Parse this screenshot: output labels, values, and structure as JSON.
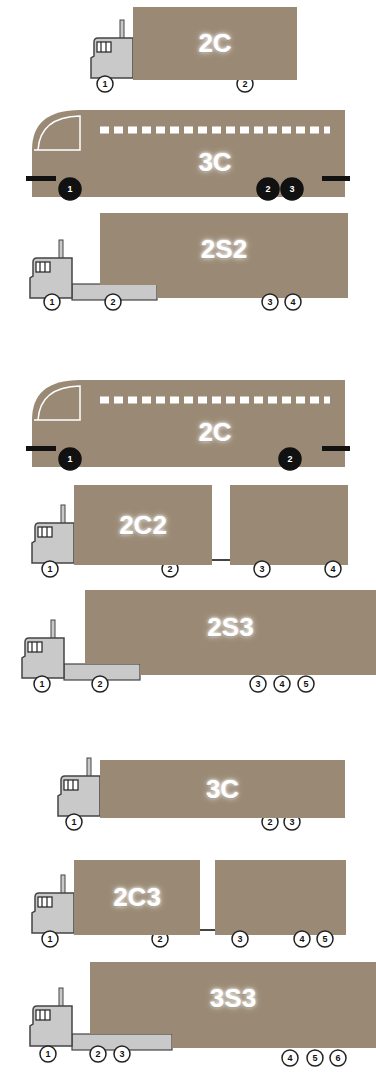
{
  "diagram": {
    "nodes": [
      {
        "text": [
          "2C"
        ]
      },
      {
        "text": [
          "3C"
        ]
      },
      {
        "text": [
          "2S2"
        ]
      },
      {
        "text": [
          "2C"
        ]
      },
      {
        "text": [
          "2C2"
        ]
      },
      {
        "text": [
          "2S3"
        ]
      },
      {
        "text": [
          "3C"
        ]
      },
      {
        "text": [
          "2C3"
        ]
      },
      {
        "text": [
          "3S3"
        ]
      }
    ],
    "labels": [
      "1",
      "2",
      "1",
      "2",
      "3",
      "1",
      "2",
      "3",
      "4",
      "1",
      "2",
      "1",
      "2",
      "3",
      "4",
      "1",
      "2",
      "3",
      "4",
      "5",
      "1",
      "2",
      "3",
      "1",
      "2",
      "3",
      "4",
      "5",
      "1",
      "2",
      "3",
      "4",
      "5",
      "6"
    ]
  }
}
